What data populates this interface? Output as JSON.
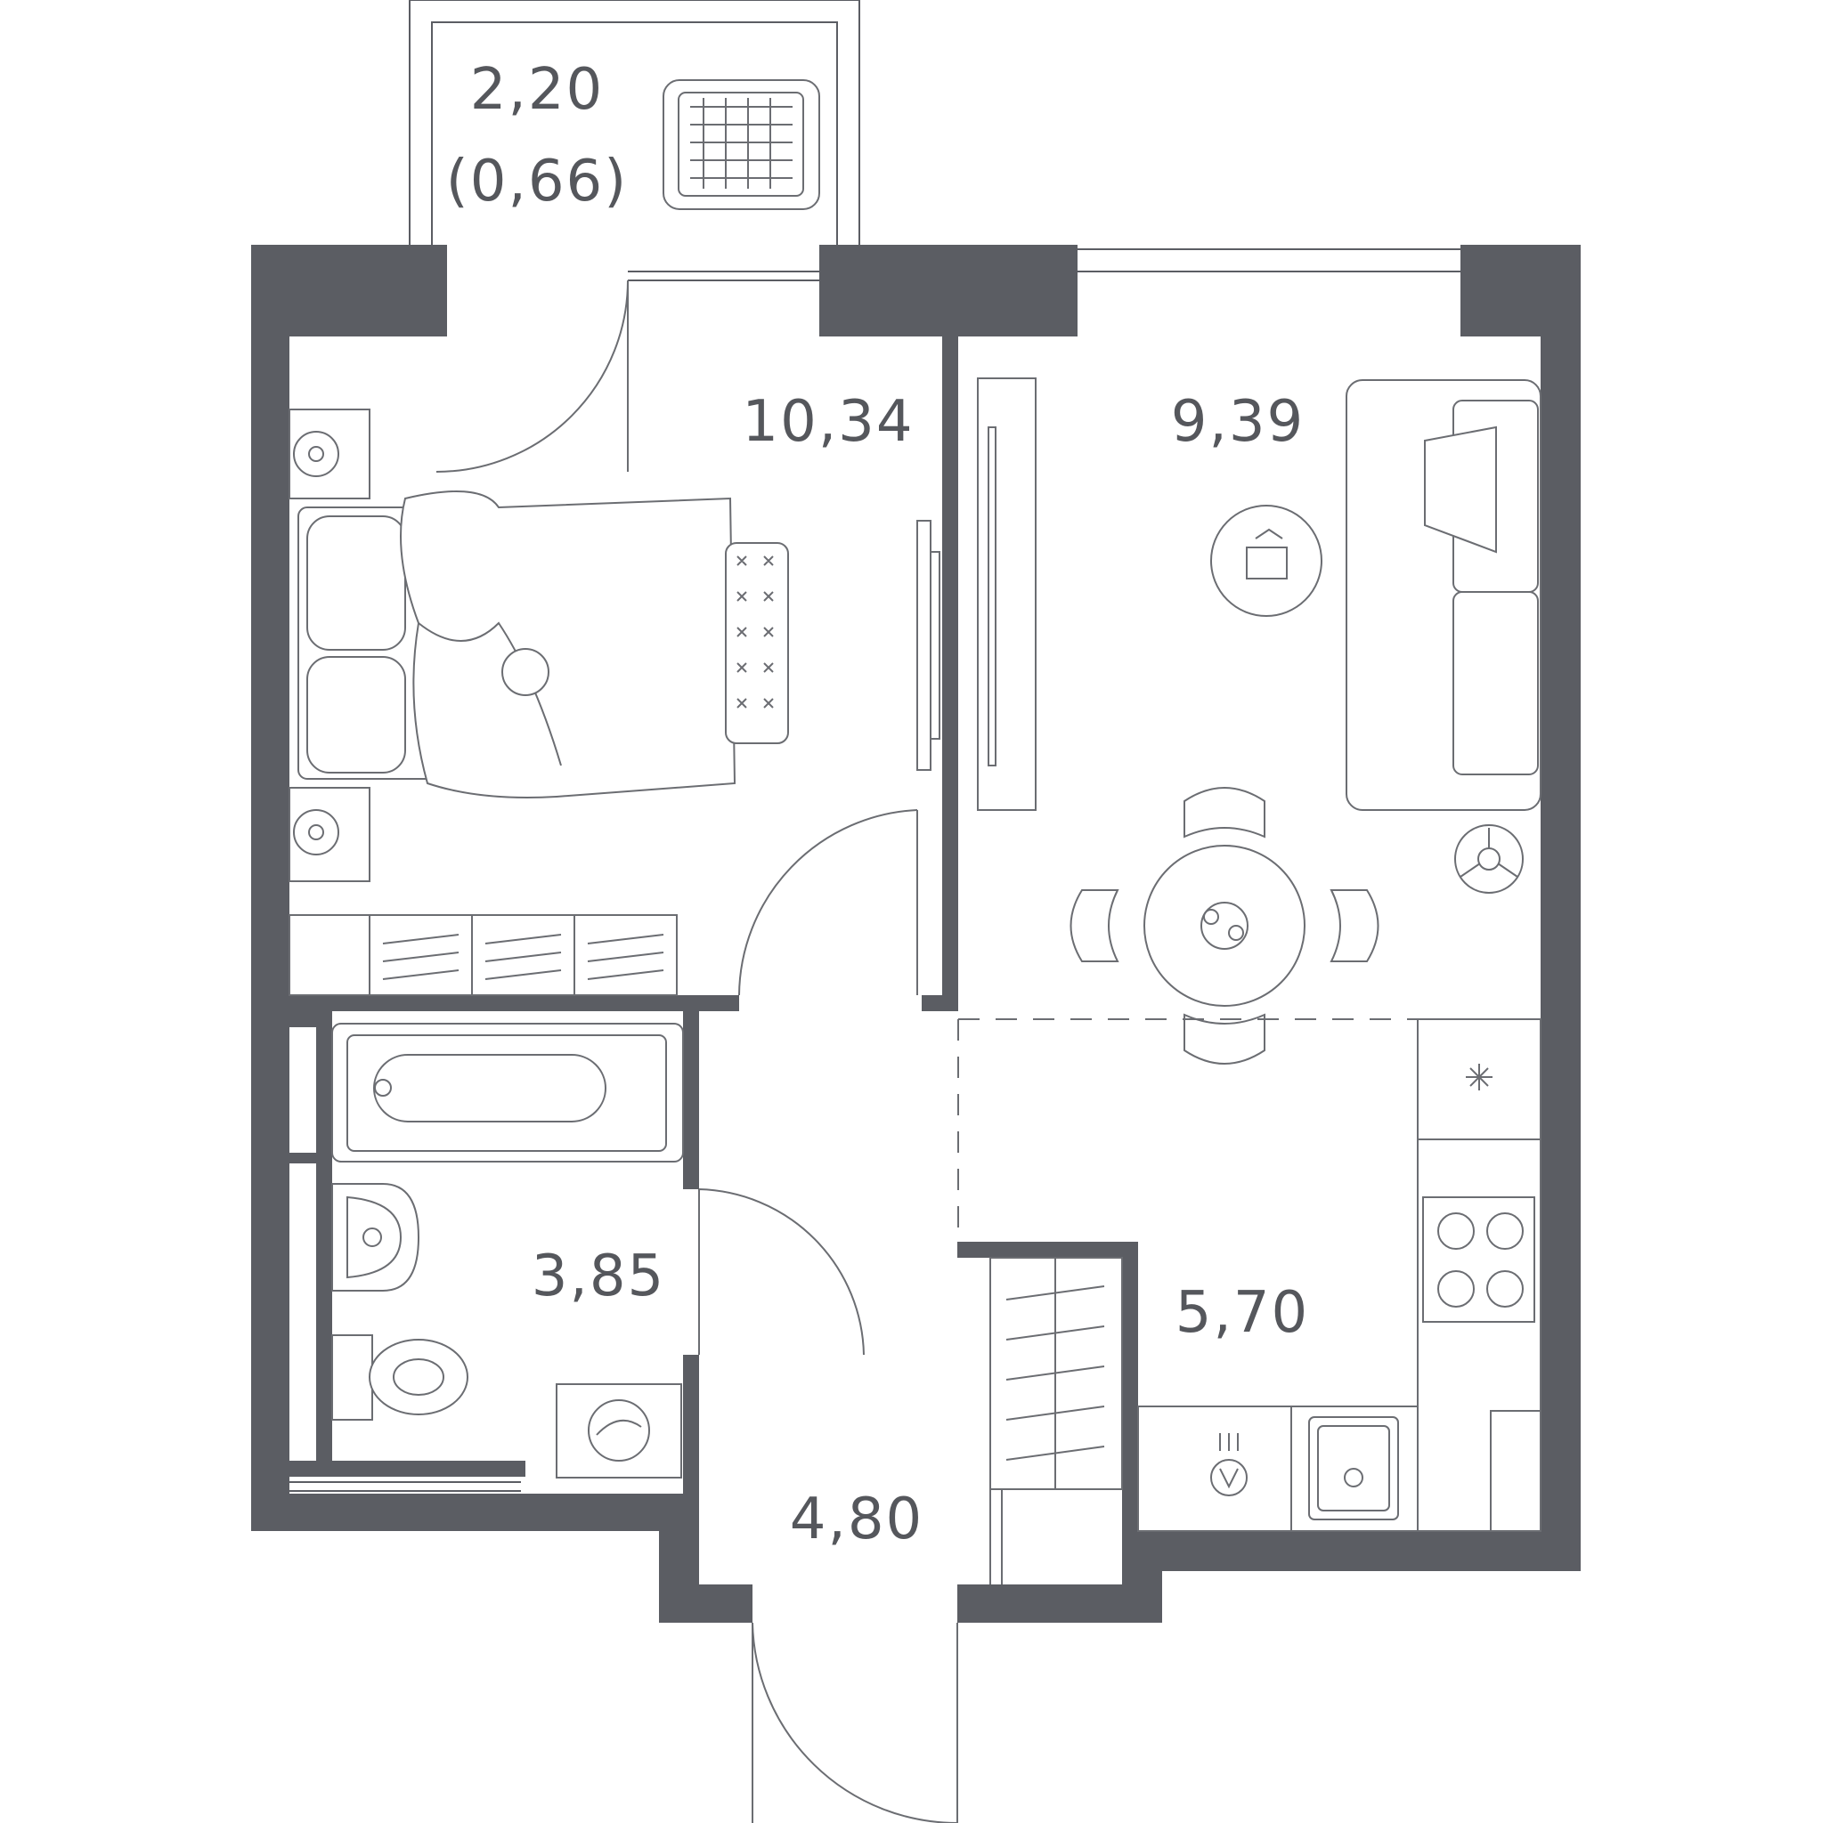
{
  "colors": {
    "wall": "#5b5d63",
    "line": "#6b6d72",
    "background": "#ffffff",
    "text": "#55575c"
  },
  "rooms": {
    "balcony": {
      "area": "2,20",
      "reduced_area": "(0,66)"
    },
    "bedroom": {
      "area": "10,34"
    },
    "living": {
      "area": "9,39"
    },
    "bathroom": {
      "area": "3,85"
    },
    "hallway": {
      "area": "4,80"
    },
    "kitchen": {
      "area": "5,70"
    }
  }
}
